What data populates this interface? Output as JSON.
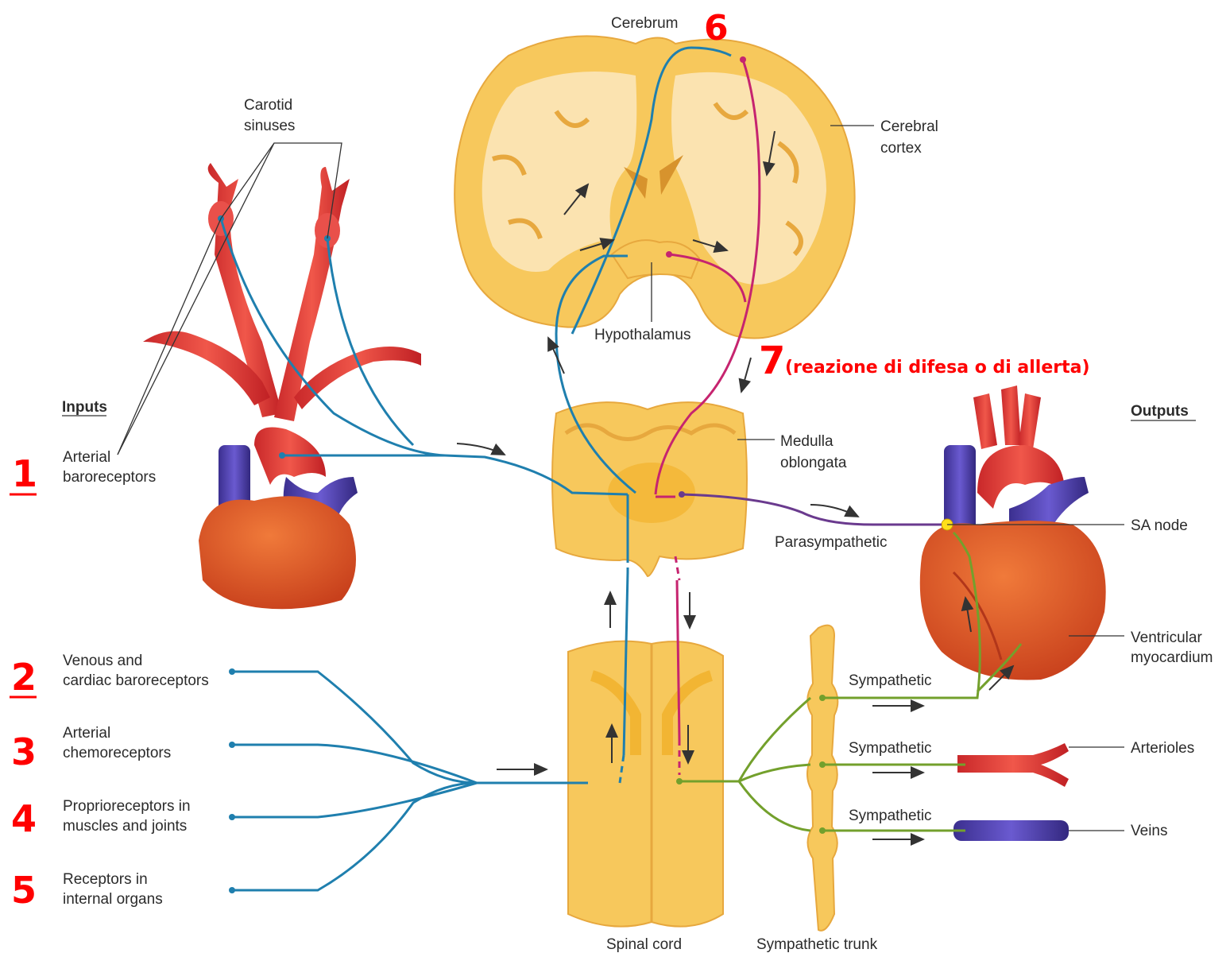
{
  "brain": {
    "cerebrum": "Cerebrum",
    "cerebral_cortex_1": "Cerebral",
    "cerebral_cortex_2": "cortex",
    "hypothalamus": "Hypothalamus",
    "medulla_1": "Medulla",
    "medulla_2": "oblongata",
    "spinal_cord": "Spinal cord",
    "sympathetic_trunk": "Sympathetic trunk"
  },
  "inputs": {
    "header": "Inputs",
    "carotid_1": "Carotid",
    "carotid_2": "sinuses",
    "arterial_baro_1": "Arterial",
    "arterial_baro_2": "baroreceptors",
    "venous_1": "Venous and",
    "venous_2": "cardiac baroreceptors",
    "chemo_1": "Arterial",
    "chemo_2": "chemoreceptors",
    "proprio_1": "Proprioreceptors in",
    "proprio_2": "muscles and joints",
    "internal_1": "Receptors in",
    "internal_2": "internal organs"
  },
  "outputs": {
    "header": "Outputs",
    "parasympathetic": "Parasympathetic",
    "sa_node": "SA node",
    "ventricular_1": "Ventricular",
    "ventricular_2": "myocardium",
    "sympathetic": "Sympathetic",
    "arterioles": "Arterioles",
    "veins": "Veins"
  },
  "annotations": {
    "n1": "1",
    "n2": "2",
    "n3": "3",
    "n4": "4",
    "n5": "5",
    "n6": "6",
    "n7": "7",
    "n7_note": "(reazione di difesa o di allerta)"
  },
  "colors": {
    "afferent": "#1f7fae",
    "efferent_brain": "#c6246f",
    "parasympathetic": "#6a3a8e",
    "sympathetic": "#73a02c",
    "annotation": "#ff0000"
  }
}
